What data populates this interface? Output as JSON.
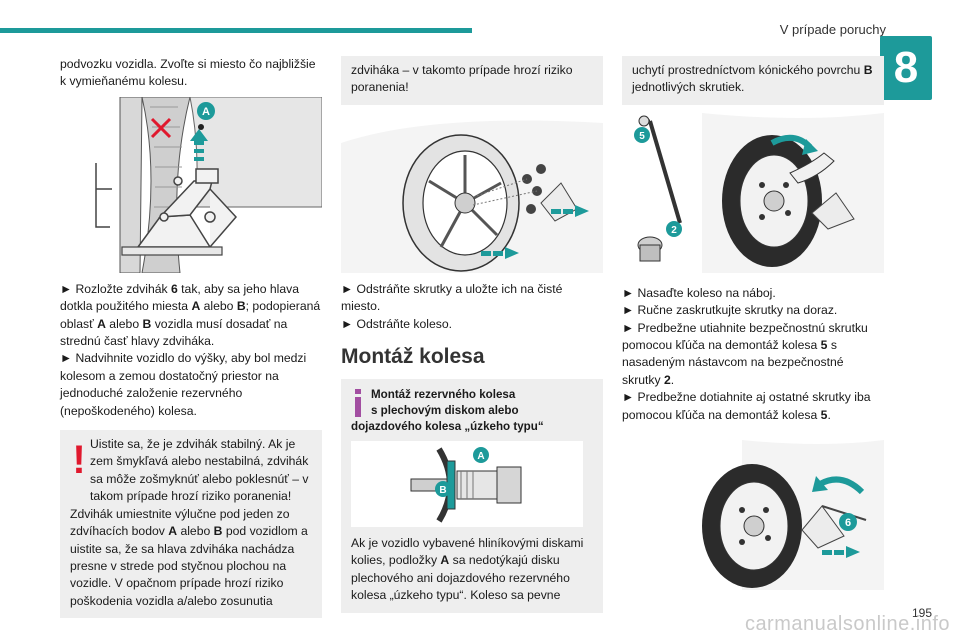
{
  "header": {
    "title": "V prípade poruchy",
    "chapter": "8",
    "page_number": "195",
    "watermark": "carmanualsonline.info"
  },
  "col1": {
    "intro": "podvozku vozidla. Zvoľte si miesto čo najbližšie k vymieňanému kolesu.",
    "fig_label": "A",
    "steps": [
      {
        "bullet": "►",
        "parts": [
          "Rozložte zdvihák ",
          "6",
          " tak, aby sa jeho hlava dotkla použitého miesta ",
          "A",
          " alebo ",
          "B",
          "; podopieraná oblasť ",
          "A",
          " alebo ",
          "B",
          " vozidla musí dosadať na strednú časť hlavy zdviháka."
        ]
      },
      {
        "bullet": "►",
        "parts": [
          "Nadvihnite vozidlo do výšky, aby bol medzi kolesom a zemou dostatočný priestor na jednoduché založenie rezervného (nepoškodeného) kolesa."
        ]
      }
    ],
    "warning": {
      "line1": "Uistite sa, že je zdvihák stabilný. Ak je zem šmykľavá alebo nestabilná, zdvihák sa môže zošmyknúť alebo poklesnúť – v takom prípade hrozí riziko poranenia!",
      "line2_parts": [
        "Zdvihák umiestnite výlučne pod jeden zo zdvíhacích bodov ",
        "A",
        " alebo ",
        "B",
        " pod vozidlom a uistite sa, že sa hlava zdviháka nachádza presne v strede pod styčnou plochou na vozidle. V opačnom prípade hrozí riziko poškodenia vozidla a/alebo zosunutia"
      ]
    }
  },
  "col2": {
    "box_text": "zdviháka – v takomto prípade hrozí riziko poranenia!",
    "steps": [
      {
        "bullet": "►",
        "text": "Odstráňte skrutky a uložte ich na čisté miesto."
      },
      {
        "bullet": "►",
        "text": "Odstráňte koleso."
      }
    ],
    "section_title": "Montáž kolesa",
    "info": {
      "head1": "Montáž rezervného kolesa",
      "head2": "s plechovým diskom alebo",
      "head3": "dojazdového kolesa „úzkeho typu“",
      "fig_labels": [
        "A",
        "B"
      ],
      "text_parts": [
        "Ak je vozidlo vybavené hliníkovými diskami kolies, podložky ",
        "A",
        " sa nedotýkajú disku plechového ani dojazdového rezervného kolesa „úzkeho typu“. Koleso sa pevne"
      ]
    }
  },
  "col3": {
    "box_text_parts": [
      "uchytí prostredníctvom kónického povrchu ",
      "B",
      " jednotlivých skrutiek."
    ],
    "fig_labels": [
      "5",
      "2"
    ],
    "steps": [
      {
        "bullet": "►",
        "parts": [
          "Nasaďte koleso na náboj."
        ]
      },
      {
        "bullet": "►",
        "parts": [
          "Ručne zaskrutkujte skrutky na doraz."
        ]
      },
      {
        "bullet": "►",
        "parts": [
          "Predbežne utiahnite bezpečnostnú skrutku pomocou kľúča na demontáž kolesa ",
          "5",
          " s nasadeným nástavcom na bezpečnostné skrutky ",
          "2",
          "."
        ]
      },
      {
        "bullet": "►",
        "parts": [
          "Predbežne dotiahnite aj ostatné skrutky iba pomocou kľúča na demontáž kolesa ",
          "5",
          "."
        ]
      }
    ],
    "fig2_label": "6"
  },
  "colors": {
    "accent": "#1d9a9a",
    "warning_red": "#e0182d",
    "info_purple": "#a24ea1",
    "box_grey": "#eeeeee"
  }
}
